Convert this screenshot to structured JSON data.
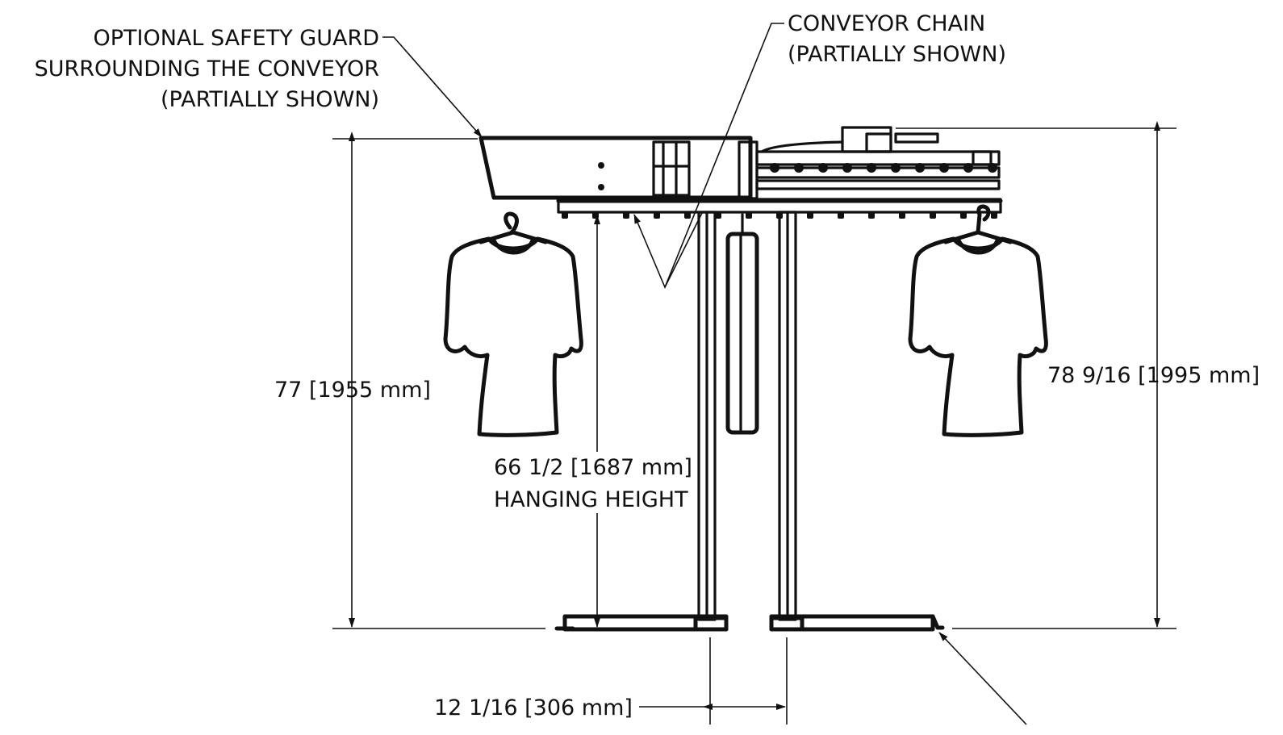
{
  "labels": {
    "safety_guard_1": "OPTIONAL SAFETY GUARD",
    "safety_guard_2": "SURROUNDING THE CONVEYOR",
    "safety_guard_3": "(PARTIALLY SHOWN)",
    "chain_1": "CONVEYOR CHAIN",
    "chain_2": "(PARTIALLY SHOWN)",
    "overall_height_left": "77 [1955 mm]",
    "overall_height_right": "78 9/16 [1995 mm]",
    "hanging_height_value": "66 1/2 [1687 mm]",
    "hanging_height_caption": "HANGING HEIGHT",
    "post_spacing": "12 1/16 [306 mm]"
  }
}
